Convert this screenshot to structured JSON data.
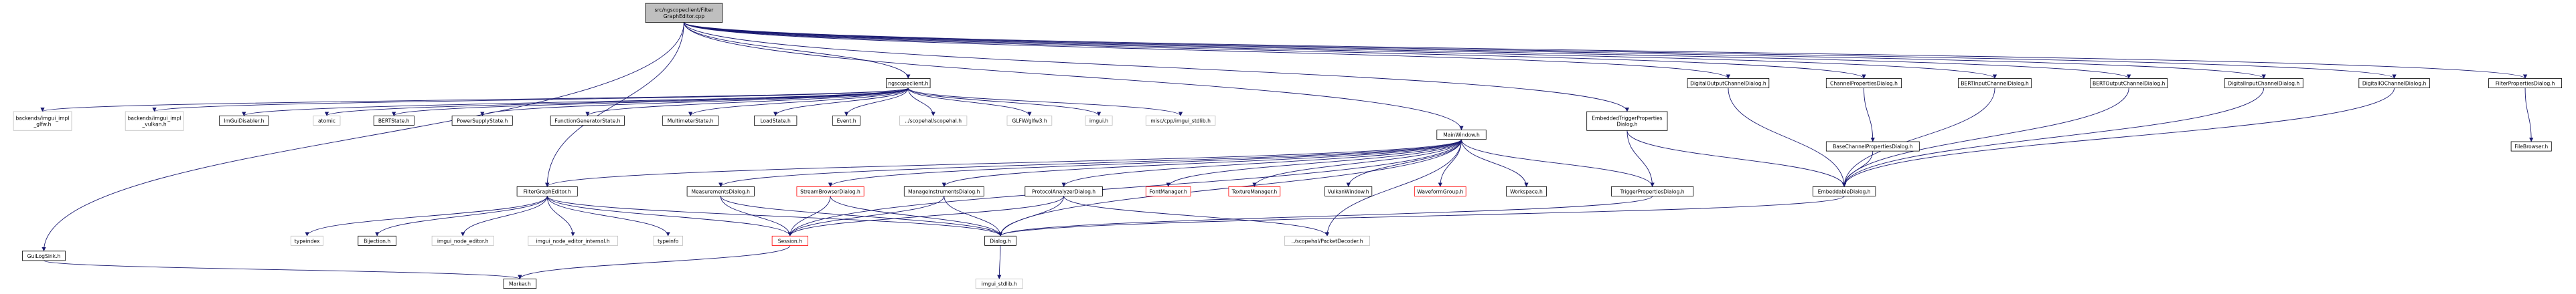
{
  "colors": {
    "edge": "#191970",
    "root_fill": "#bfbfbf",
    "documented_border": "#000000",
    "undocumented_border": "#ff0000",
    "system_border": "#bfbfbf",
    "fill": "#ffffff",
    "text": "#000000",
    "gray_text": "#000000"
  },
  "nodes": [
    {
      "id": "root",
      "lines": [
        "src/ngscopeclient/Filter",
        "GraphEditor.cpp"
      ],
      "kind": "root"
    },
    {
      "id": "ngscopeclient",
      "lines": [
        "ngscopeclient.h"
      ],
      "kind": "doc"
    },
    {
      "id": "digout",
      "lines": [
        "DigitalOutputChannelDialog.h"
      ],
      "kind": "doc"
    },
    {
      "id": "chprop",
      "lines": [
        "ChannelPropertiesDialog.h"
      ],
      "kind": "doc"
    },
    {
      "id": "bertin",
      "lines": [
        "BERTInputChannelDialog.h"
      ],
      "kind": "doc"
    },
    {
      "id": "bertout",
      "lines": [
        "BERTOutputChannelDialog.h"
      ],
      "kind": "doc"
    },
    {
      "id": "digin",
      "lines": [
        "DigitalInputChannelDialog.h"
      ],
      "kind": "doc"
    },
    {
      "id": "digio",
      "lines": [
        "DigitalIOChannelDialog.h"
      ],
      "kind": "doc"
    },
    {
      "id": "filtprop",
      "lines": [
        "FilterPropertiesDialog.h"
      ],
      "kind": "doc"
    },
    {
      "id": "imgui_glfw",
      "lines": [
        "backends/imgui_impl",
        "_glfw.h"
      ],
      "kind": "sys"
    },
    {
      "id": "imgui_vulkan",
      "lines": [
        "backends/imgui_impl",
        "_vulkan.h"
      ],
      "kind": "sys"
    },
    {
      "id": "imguidisabler",
      "lines": [
        "ImGuiDisabler.h"
      ],
      "kind": "doc"
    },
    {
      "id": "atomic",
      "lines": [
        "atomic"
      ],
      "kind": "sys"
    },
    {
      "id": "bertstate",
      "lines": [
        "BERTState.h"
      ],
      "kind": "doc"
    },
    {
      "id": "psustate",
      "lines": [
        "PowerSupplyState.h"
      ],
      "kind": "doc"
    },
    {
      "id": "fgenstate",
      "lines": [
        "FunctionGeneratorState.h"
      ],
      "kind": "doc"
    },
    {
      "id": "mmstate",
      "lines": [
        "MultimeterState.h"
      ],
      "kind": "doc"
    },
    {
      "id": "loadstate",
      "lines": [
        "LoadState.h"
      ],
      "kind": "doc"
    },
    {
      "id": "event",
      "lines": [
        "Event.h"
      ],
      "kind": "doc"
    },
    {
      "id": "scopehal",
      "lines": [
        "../scopehal/scopehal.h"
      ],
      "kind": "sys"
    },
    {
      "id": "glfw",
      "lines": [
        "GLFW/glfw3.h"
      ],
      "kind": "sys"
    },
    {
      "id": "imgui",
      "lines": [
        "imgui.h"
      ],
      "kind": "sys"
    },
    {
      "id": "imgui_stdlib_misc",
      "lines": [
        "misc/cpp/imgui_stdlib.h"
      ],
      "kind": "sys"
    },
    {
      "id": "mainwindow",
      "lines": [
        "MainWindow.h"
      ],
      "kind": "doc"
    },
    {
      "id": "embtrig",
      "lines": [
        "EmbeddedTriggerProperties",
        "Dialog.h"
      ],
      "kind": "doc"
    },
    {
      "id": "basechprop",
      "lines": [
        "BaseChannelPropertiesDialog.h"
      ],
      "kind": "doc"
    },
    {
      "id": "filebrowser",
      "lines": [
        "FileBrowser.h"
      ],
      "kind": "doc"
    },
    {
      "id": "filtergraph",
      "lines": [
        "FilterGraphEditor.h"
      ],
      "kind": "doc"
    },
    {
      "id": "measurements",
      "lines": [
        "MeasurementsDialog.h"
      ],
      "kind": "doc"
    },
    {
      "id": "streambrowser",
      "lines": [
        "StreamBrowserDialog.h"
      ],
      "kind": "red"
    },
    {
      "id": "manageinst",
      "lines": [
        "ManageInstrumentsDialog.h"
      ],
      "kind": "doc"
    },
    {
      "id": "protoanalyzer",
      "lines": [
        "ProtocolAnalyzerDialog.h"
      ],
      "kind": "doc"
    },
    {
      "id": "fontmgr",
      "lines": [
        "FontManager.h"
      ],
      "kind": "red"
    },
    {
      "id": "texturemgr",
      "lines": [
        "TextureManager.h"
      ],
      "kind": "red"
    },
    {
      "id": "vulkanwin",
      "lines": [
        "VulkanWindow.h"
      ],
      "kind": "doc"
    },
    {
      "id": "waveformgroup",
      "lines": [
        "WaveformGroup.h"
      ],
      "kind": "red"
    },
    {
      "id": "workspace",
      "lines": [
        "Workspace.h"
      ],
      "kind": "doc"
    },
    {
      "id": "trigprop",
      "lines": [
        "TriggerPropertiesDialog.h"
      ],
      "kind": "doc"
    },
    {
      "id": "embeddable",
      "lines": [
        "EmbeddableDialog.h"
      ],
      "kind": "doc"
    },
    {
      "id": "typeindex",
      "lines": [
        "typeindex"
      ],
      "kind": "sys"
    },
    {
      "id": "bijection",
      "lines": [
        "Bijection.h"
      ],
      "kind": "doc"
    },
    {
      "id": "imgui_node_editor",
      "lines": [
        "imgui_node_editor.h"
      ],
      "kind": "sys"
    },
    {
      "id": "imgui_node_editor_internal",
      "lines": [
        "imgui_node_editor_internal.h"
      ],
      "kind": "sys"
    },
    {
      "id": "typeinfo",
      "lines": [
        "typeinfo"
      ],
      "kind": "sys"
    },
    {
      "id": "session",
      "lines": [
        "Session.h"
      ],
      "kind": "red"
    },
    {
      "id": "dialog",
      "lines": [
        "Dialog.h"
      ],
      "kind": "doc"
    },
    {
      "id": "packetdecoder",
      "lines": [
        "../scopehal/PacketDecoder.h"
      ],
      "kind": "sys"
    },
    {
      "id": "guilogsink",
      "lines": [
        "GuiLogSink.h"
      ],
      "kind": "doc"
    },
    {
      "id": "marker",
      "lines": [
        "Marker.h"
      ],
      "kind": "doc"
    },
    {
      "id": "imgui_stdlib",
      "lines": [
        "imgui_stdlib.h"
      ],
      "kind": "sys"
    }
  ],
  "edges": [
    [
      "root",
      "ngscopeclient"
    ],
    [
      "root",
      "digout"
    ],
    [
      "root",
      "chprop"
    ],
    [
      "root",
      "bertin"
    ],
    [
      "root",
      "bertout"
    ],
    [
      "root",
      "digin"
    ],
    [
      "root",
      "digio"
    ],
    [
      "root",
      "filtprop"
    ],
    [
      "root",
      "mainwindow"
    ],
    [
      "root",
      "embtrig"
    ],
    [
      "root",
      "filtergraph"
    ],
    [
      "root",
      "guilogsink"
    ],
    [
      "ngscopeclient",
      "imgui_glfw"
    ],
    [
      "ngscopeclient",
      "imgui_vulkan"
    ],
    [
      "ngscopeclient",
      "imguidisabler"
    ],
    [
      "ngscopeclient",
      "atomic"
    ],
    [
      "ngscopeclient",
      "bertstate"
    ],
    [
      "ngscopeclient",
      "psustate"
    ],
    [
      "ngscopeclient",
      "fgenstate"
    ],
    [
      "ngscopeclient",
      "mmstate"
    ],
    [
      "ngscopeclient",
      "loadstate"
    ],
    [
      "ngscopeclient",
      "event"
    ],
    [
      "ngscopeclient",
      "scopehal"
    ],
    [
      "ngscopeclient",
      "glfw"
    ],
    [
      "ngscopeclient",
      "imgui"
    ],
    [
      "ngscopeclient",
      "imgui_stdlib_misc"
    ],
    [
      "digout",
      "embeddable"
    ],
    [
      "chprop",
      "basechprop"
    ],
    [
      "bertin",
      "embeddable"
    ],
    [
      "bertout",
      "embeddable"
    ],
    [
      "digin",
      "embeddable"
    ],
    [
      "digio",
      "embeddable"
    ],
    [
      "filtprop",
      "filebrowser"
    ],
    [
      "basechprop",
      "embeddable"
    ],
    [
      "embtrig",
      "trigprop"
    ],
    [
      "embtrig",
      "embeddable"
    ],
    [
      "mainwindow",
      "filtergraph"
    ],
    [
      "mainwindow",
      "measurements"
    ],
    [
      "mainwindow",
      "streambrowser"
    ],
    [
      "mainwindow",
      "manageinst"
    ],
    [
      "mainwindow",
      "protoanalyzer"
    ],
    [
      "mainwindow",
      "fontmgr"
    ],
    [
      "mainwindow",
      "texturemgr"
    ],
    [
      "mainwindow",
      "vulkanwin"
    ],
    [
      "mainwindow",
      "waveformgroup"
    ],
    [
      "mainwindow",
      "workspace"
    ],
    [
      "mainwindow",
      "trigprop"
    ],
    [
      "mainwindow",
      "session"
    ],
    [
      "mainwindow",
      "dialog"
    ],
    [
      "mainwindow",
      "packetdecoder"
    ],
    [
      "filtergraph",
      "typeindex"
    ],
    [
      "filtergraph",
      "bijection"
    ],
    [
      "filtergraph",
      "imgui_node_editor"
    ],
    [
      "filtergraph",
      "imgui_node_editor_internal"
    ],
    [
      "filtergraph",
      "typeinfo"
    ],
    [
      "filtergraph",
      "session"
    ],
    [
      "filtergraph",
      "dialog"
    ],
    [
      "measurements",
      "session"
    ],
    [
      "measurements",
      "dialog"
    ],
    [
      "streambrowser",
      "session"
    ],
    [
      "streambrowser",
      "dialog"
    ],
    [
      "manageinst",
      "session"
    ],
    [
      "manageinst",
      "dialog"
    ],
    [
      "protoanalyzer",
      "session"
    ],
    [
      "protoanalyzer",
      "dialog"
    ],
    [
      "protoanalyzer",
      "packetdecoder"
    ],
    [
      "trigprop",
      "dialog"
    ],
    [
      "embeddable",
      "dialog"
    ],
    [
      "session",
      "marker"
    ],
    [
      "guilogsink",
      "marker"
    ],
    [
      "dialog",
      "imgui_stdlib"
    ]
  ]
}
